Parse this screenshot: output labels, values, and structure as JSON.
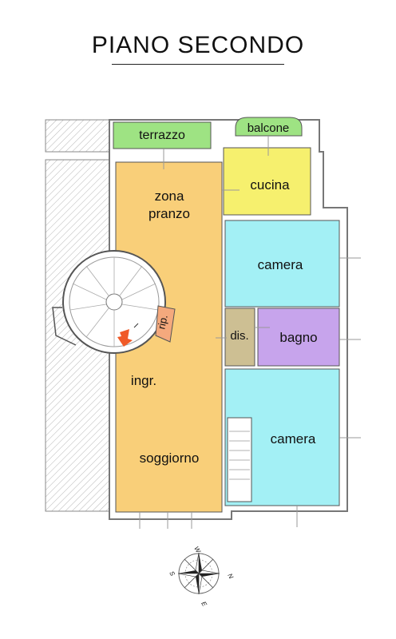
{
  "title": "PIANO SECONDO",
  "rooms": {
    "terrazzo": "terrazzo",
    "balcone": "balcone",
    "cucina": "cucina",
    "zona": "zona",
    "pranzo": "pranzo",
    "camera1": "camera",
    "rip": "rip.",
    "dis": "dis.",
    "bagno": "bagno",
    "ingr": "ingr.",
    "camera2": "camera",
    "soggiorno": "soggiorno"
  },
  "compass": {
    "n": "N",
    "s": "S",
    "e": "E",
    "w": "W"
  },
  "colors": {
    "living": "#f9cf79",
    "kitchen": "#f6f06e",
    "bedroom": "#a3f0f5",
    "bathroom": "#c7a4ec",
    "terrace": "#9ee383",
    "corridor": "#cdbf93",
    "storage": "#f4a97d",
    "arrow": "#f05a28"
  }
}
